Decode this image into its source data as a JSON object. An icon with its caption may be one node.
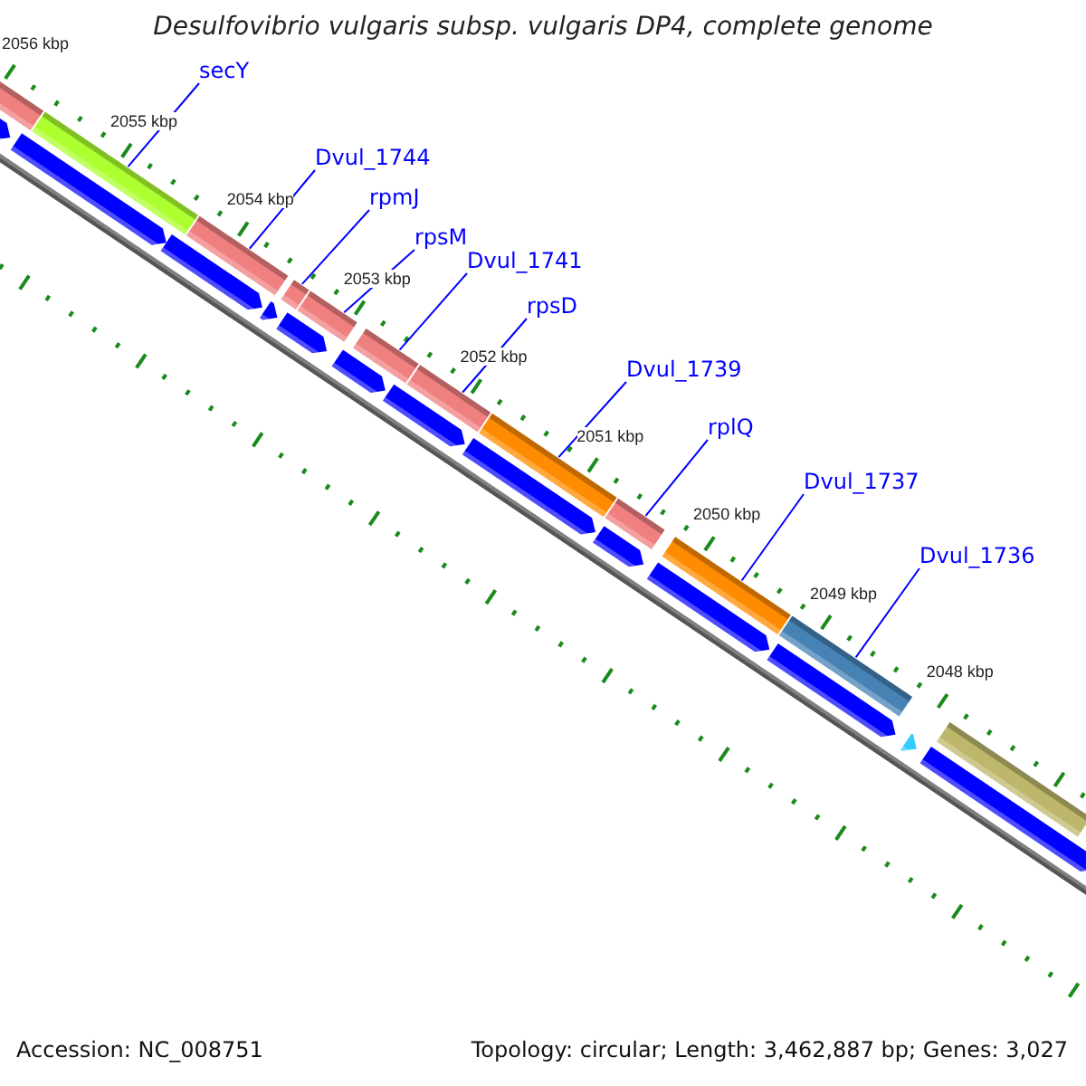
{
  "diagram": {
    "title": "Desulfovibrio vulgaris subsp. vulgaris DP4, complete genome",
    "nodes": [
      {
        "text": [
          "secY"
        ]
      },
      {
        "text": [
          "Dvul_1744"
        ]
      },
      {
        "text": [
          "rpmJ"
        ]
      },
      {
        "text": [
          "rpsM"
        ]
      },
      {
        "text": [
          "Dvul_1741"
        ]
      },
      {
        "text": [
          "rpsD"
        ]
      },
      {
        "text": [
          "Dvul_1739"
        ]
      },
      {
        "text": [
          "rplQ"
        ]
      },
      {
        "text": [
          "Dvul_1737"
        ]
      },
      {
        "text": [
          "Dvul_1736"
        ]
      },
      {
        "text": [],
        "shape": "bar"
      },
      {
        "text": [],
        "shape": "bar"
      },
      {
        "text": [],
        "shape": "bar"
      },
      {
        "text": [],
        "shape": "bar"
      },
      {
        "text": [],
        "shape": "bar"
      },
      {
        "text": [],
        "shape": "bar"
      },
      {
        "text": [],
        "shape": "bar"
      },
      {
        "text": [],
        "shape": "bar"
      },
      {
        "text": [],
        "shape": "bar"
      },
      {
        "text": [],
        "shape": "bar"
      },
      {
        "text": [],
        "shape": "bar"
      },
      {
        "text": [],
        "shape": "bar"
      }
    ],
    "edges": [
      {
        "from": 0,
        "to": 11,
        "arrow": "none"
      },
      {
        "from": 1,
        "to": 12,
        "arrow": "none"
      },
      {
        "from": 2,
        "to": 13,
        "arrow": "none"
      },
      {
        "from": 3,
        "to": 14,
        "arrow": "none"
      },
      {
        "from": 4,
        "to": 15,
        "arrow": "none"
      },
      {
        "from": 5,
        "to": 16,
        "arrow": "none"
      },
      {
        "from": 6,
        "to": 17,
        "arrow": "none"
      },
      {
        "from": 7,
        "to": 18,
        "arrow": "none"
      },
      {
        "from": 8,
        "to": 19,
        "arrow": "none"
      },
      {
        "from": 9,
        "to": 20,
        "arrow": "none"
      }
    ],
    "labels": [
      "2056 kbp",
      "2055 kbp",
      "2054 kbp",
      "2053 kbp",
      "2052 kbp",
      "2051 kbp",
      "2050 kbp",
      "2049 kbp",
      "2048 kbp",
      "Accession: NC_008751",
      "Topology: circular; Length: 3,462,887 bp; Genes: 3,027"
    ]
  }
}
